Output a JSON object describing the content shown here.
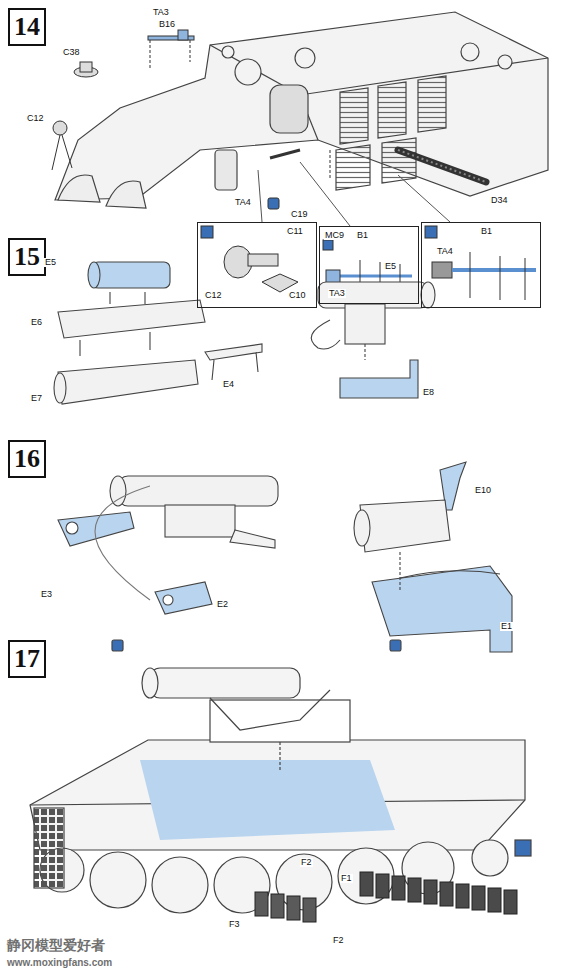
{
  "diagram": {
    "nodes": [
      {
        "text": [
          "14"
        ]
      },
      {
        "text": [
          "C11",
          "C12",
          "C10"
        ]
      },
      {
        "text": [
          "MC9",
          "B1",
          "TA3"
        ]
      },
      {
        "text": [
          "B1",
          "TA4"
        ]
      },
      {
        "text": [
          "15"
        ]
      },
      {
        "text": [
          "16"
        ]
      },
      {
        "text": [
          "17"
        ]
      }
    ],
    "labels": [
      "TA3",
      "B16",
      "C38",
      "C12",
      "C19",
      "TA4",
      "D34",
      "E5",
      "E6",
      "E7",
      "E4",
      "E5",
      "E8",
      "E3",
      "E2",
      "E10",
      "E1",
      "F2",
      "F1",
      "F3",
      "F2",
      "静冈模型爱好者",
      "www.moxingfans.com"
    ]
  }
}
